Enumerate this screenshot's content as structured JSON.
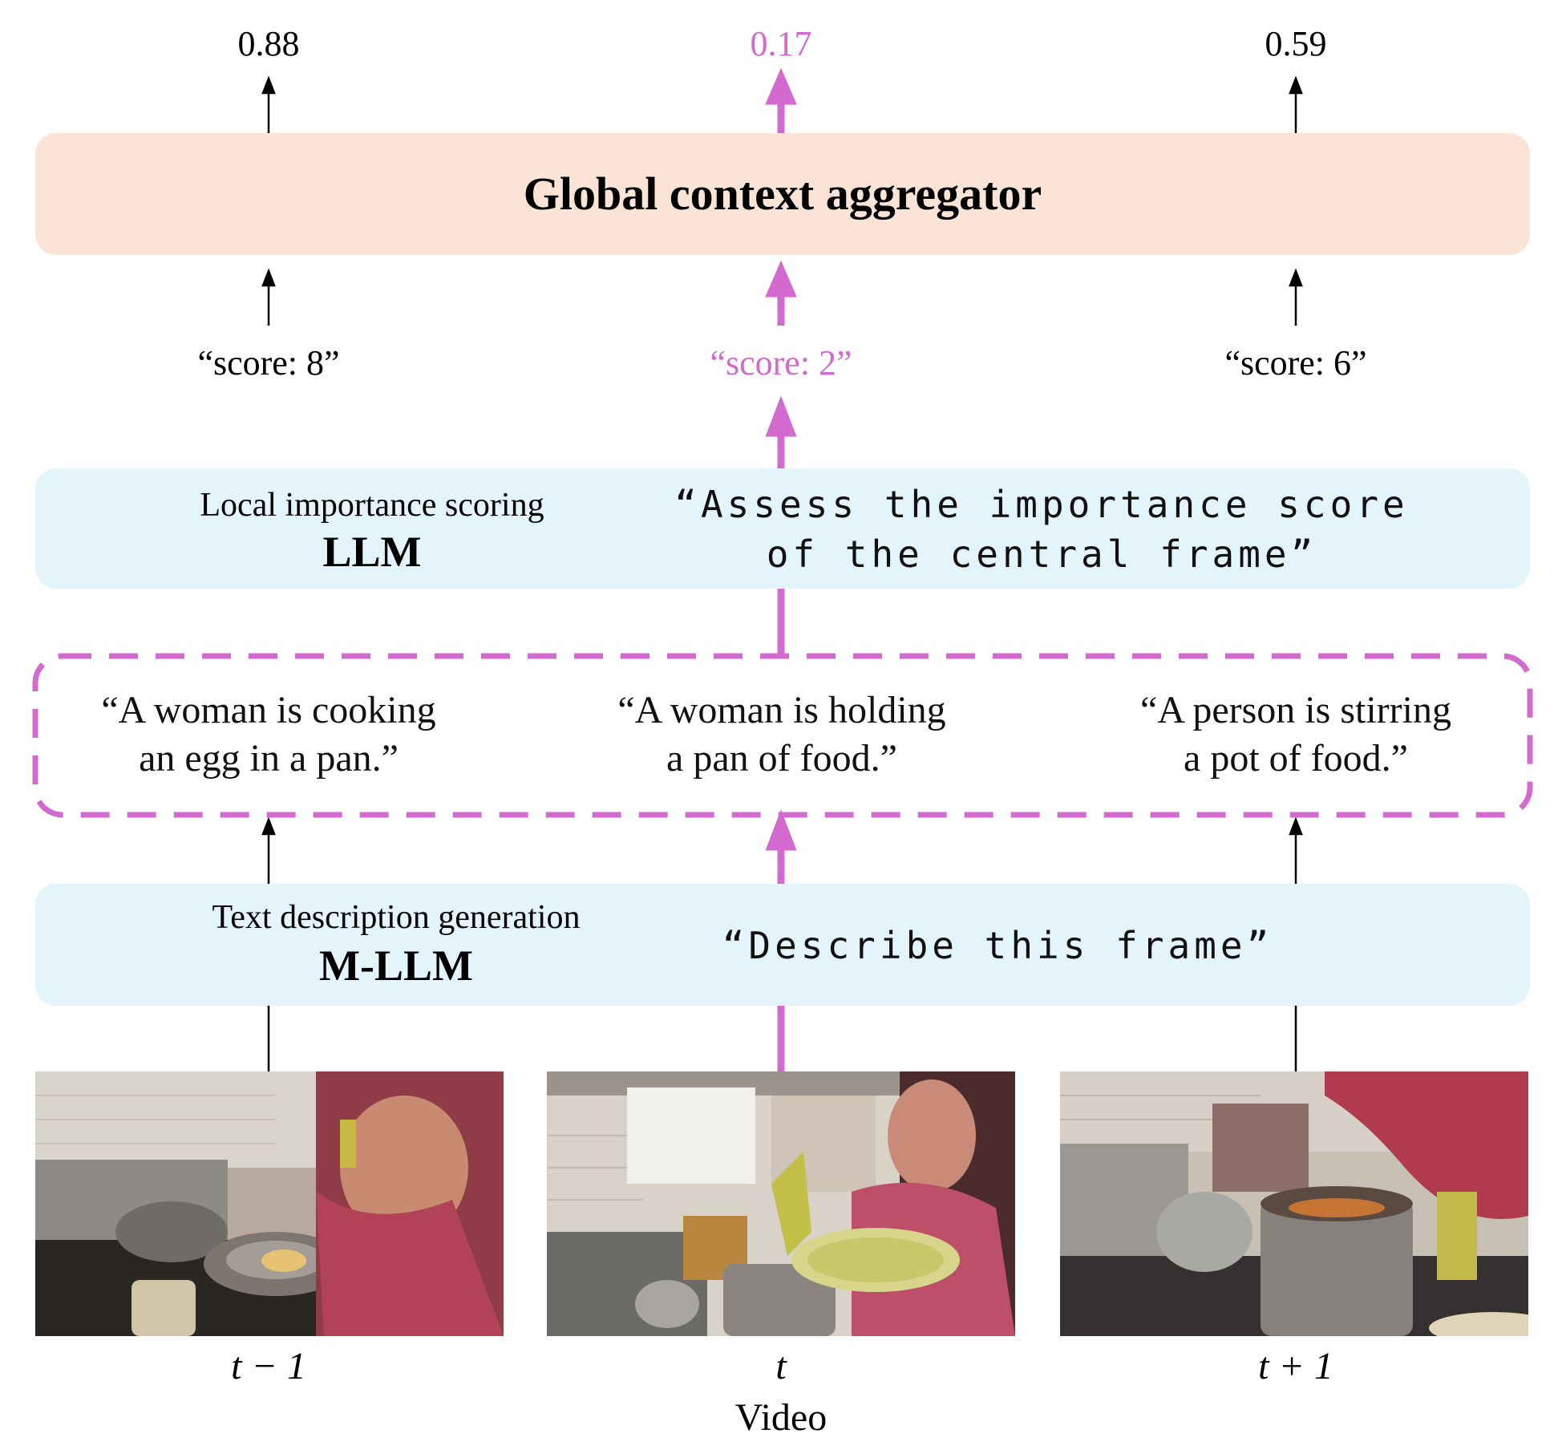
{
  "aggregator": {
    "title": "Global context aggregator",
    "outputs": [
      {
        "value": "0.88",
        "highlight": false
      },
      {
        "value": "0.17",
        "highlight": true
      },
      {
        "value": "0.59",
        "highlight": false
      }
    ]
  },
  "scores": [
    {
      "text": "“score: 8”",
      "highlight": false
    },
    {
      "text": "“score: 2”",
      "highlight": true
    },
    {
      "text": "“score: 6”",
      "highlight": false
    }
  ],
  "llm": {
    "subtitle": "Local importance scoring",
    "name": "LLM",
    "prompt_line1": "“Assess the importance score",
    "prompt_line2": "of the central frame”"
  },
  "descriptions": [
    {
      "line1": "“A woman is cooking",
      "line2": "an egg in a pan.”"
    },
    {
      "line1": "“A woman is holding",
      "line2": "a pan of food.”"
    },
    {
      "line1": "“A person is stirring",
      "line2": "a pot of food.”"
    }
  ],
  "mllm": {
    "subtitle": "Text description generation",
    "name": "M-LLM",
    "prompt": "“Describe this frame”"
  },
  "frames": [
    {
      "label": "t − 1",
      "depicts": "woman cooking an egg in a frying pan on a stove"
    },
    {
      "label": "t",
      "depicts": "woman holding a plate of food in a kitchen"
    },
    {
      "label": "t + 1",
      "depicts": "person stirring a pot on a stove"
    }
  ],
  "footer": {
    "label": "Video"
  },
  "colors": {
    "highlight": "#d36ad0",
    "blue_box": "#e3f4fb",
    "peach_box": "#fbe3d6"
  }
}
